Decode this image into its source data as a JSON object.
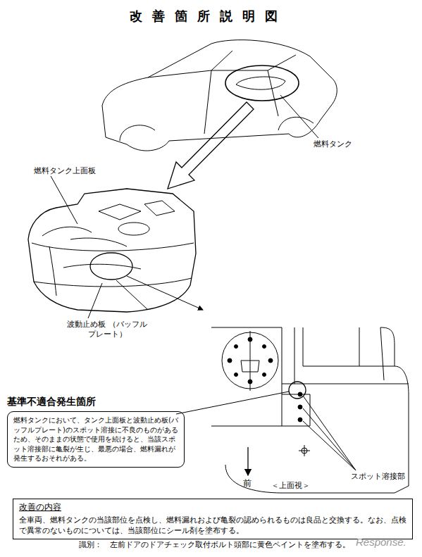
{
  "diagram": {
    "title": "改善箇所説明図",
    "nodes": [
      {
        "text": [
          "基準不適合発生箇所",
          "燃料タンクにおいて、タンク上面板と波動止め板(バッフルプレート)のスポット溶接に不良のものがあるため、そのままの状態で使用を続けると、当該スポット溶接部に亀裂が生じ、最悪の場合、燃料漏れが発生するおそれがある。"
        ]
      },
      {
        "text": [
          "改善の内容",
          "全車両、燃料タンクの当該部位を点検し、燃料漏れおよび亀裂の認められるものは良品と交換する。なお、点検で異常のないものについては、当該部位にシール剤を塗布する。"
        ]
      }
    ],
    "labels": [
      "燃料タンク",
      "燃料タンク上面板",
      "波動止め板 （バッフルプレート）",
      "前",
      "＜上面視＞",
      "スポット溶接部",
      "識別：　左前ドアのドアチェック取付ボルト頭部に黄色ペイントを塗布する。",
      "Response."
    ]
  }
}
